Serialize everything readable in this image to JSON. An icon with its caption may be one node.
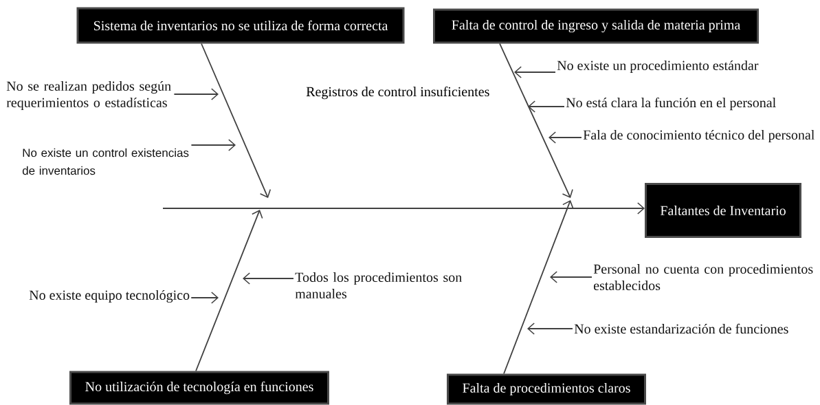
{
  "diagram": {
    "nodes": [
      {
        "text": [
          "Sistema de inventarios no se utiliza de forma correcta"
        ]
      },
      {
        "text": [
          "Falta de control de ingreso y salida de materia prima"
        ]
      },
      {
        "text": [
          "Faltantes de Inventario"
        ]
      },
      {
        "text": [
          "No utilización de tecnología en funciones"
        ]
      },
      {
        "text": [
          "Falta de procedimientos claros"
        ]
      },
      {
        "text": [
          "No se realizan pedidos según requerimientos o estadísticas"
        ]
      },
      {
        "text": [
          "No existe un control existencias de inventarios"
        ]
      },
      {
        "text": [
          "No existe un procedimiento estándar"
        ]
      },
      {
        "text": [
          "No está clara la función en el personal"
        ]
      },
      {
        "text": [
          "Fala de conocimiento técnico del personal"
        ]
      },
      {
        "text": [
          "No existe equipo tecnológico"
        ]
      },
      {
        "text": [
          "Todos los procedimientos son manuales"
        ]
      },
      {
        "text": [
          "Personal no cuenta con procedimientos establecidos"
        ]
      },
      {
        "text": [
          "No existe estandarización de funciones"
        ]
      }
    ],
    "edges": [
      {
        "from": null,
        "to": 2,
        "arrow": "to"
      },
      {
        "from": 0,
        "to": null,
        "arrow": "to"
      },
      {
        "from": 1,
        "to": null,
        "arrow": "to"
      },
      {
        "from": 3,
        "to": null,
        "arrow": "to"
      },
      {
        "from": 4,
        "to": null,
        "arrow": "to"
      },
      {
        "from": 5,
        "to": null,
        "arrow": "to"
      },
      {
        "from": 6,
        "to": null,
        "arrow": "to"
      },
      {
        "from": 7,
        "to": null,
        "arrow": "to"
      },
      {
        "from": 8,
        "to": null,
        "arrow": "to"
      },
      {
        "from": 9,
        "to": null,
        "arrow": "to"
      },
      {
        "from": 10,
        "to": null,
        "arrow": "to"
      },
      {
        "from": 11,
        "to": null,
        "arrow": "to"
      },
      {
        "from": 12,
        "to": null,
        "arrow": "to"
      },
      {
        "from": 13,
        "to": null,
        "arrow": "to"
      }
    ],
    "labels": [
      "Registros de control insuficientes"
    ]
  }
}
